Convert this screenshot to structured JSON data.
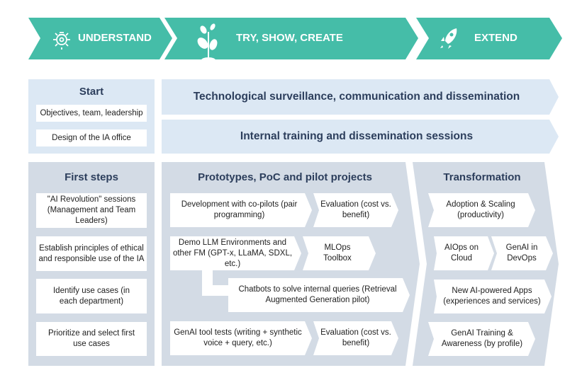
{
  "colors": {
    "teal": "#45bda8",
    "light_blue": "#dce8f4",
    "gray_blue": "#d3dbe5",
    "title": "#2c3e5c"
  },
  "phases": [
    {
      "label": "UNDERSTAND",
      "icon": "lightbulb-icon"
    },
    {
      "label": "TRY, SHOW, CREATE",
      "icon": "plant-sprout-icon"
    },
    {
      "label": "EXTEND",
      "icon": "rocket-icon"
    }
  ],
  "start": {
    "title": "Start",
    "items": [
      "Objectives, team, leadership",
      "Design of the IA office"
    ]
  },
  "banners": [
    "Technological surveillance, communication and dissemination",
    "Internal training and dissemination sessions"
  ],
  "first_steps": {
    "title": "First steps",
    "items": [
      "\"AI Revolution\" sessions (Management and Team Leaders)",
      "Establish principles of ethical and responsible use of the IA",
      "Identify use cases (in each department)",
      "Prioritize and select first use cases"
    ]
  },
  "prototypes": {
    "title": "Prototypes, PoC and pilot projects",
    "items": [
      "Development with co-pilots (pair programming)",
      "Evaluation (cost vs. benefit)",
      "Demo LLM Environments and other FM (GPT-x, LLaMA, SDXL, etc.)",
      "MLOps Toolbox",
      "Chatbots to solve internal queries (Retrieval Augmented Generation pilot)",
      "GenAI tool tests (writing + synthetic voice + query, etc.)",
      "Evaluation (cost vs. benefit)"
    ]
  },
  "transformation": {
    "title": "Transformation",
    "items": [
      "Adoption & Scaling (productivity)",
      "AIOps on Cloud",
      "GenAI in DevOps",
      "New AI-powered Apps (experiences and services)",
      "GenAI Training & Awareness (by profile)"
    ]
  }
}
